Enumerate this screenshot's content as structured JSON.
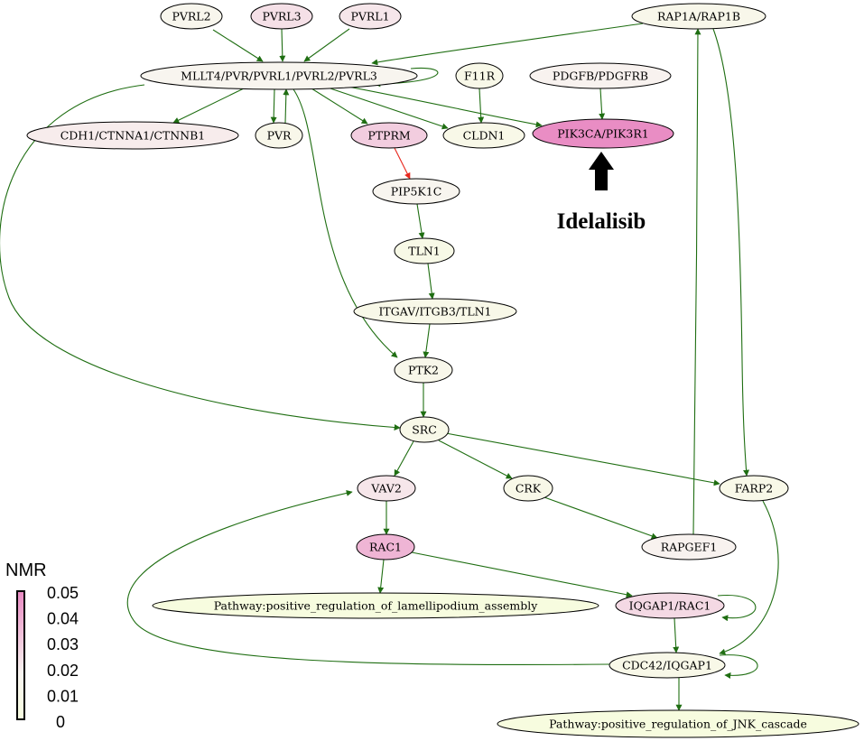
{
  "colors": {
    "activating_edge": "#1f6e12",
    "inhibiting_edge": "#e8281e",
    "scale_low": "#f7fcdf",
    "scale_high": "#e98ac3"
  },
  "nodes": [
    {
      "id": "PVRL2",
      "label": "PVRL2",
      "nmr": 0.012
    },
    {
      "id": "PVRL3",
      "label": "PVRL3",
      "nmr": 0.022
    },
    {
      "id": "PVRL1",
      "label": "PVRL1",
      "nmr": 0.02
    },
    {
      "id": "RAP1A",
      "label": "RAP1A/RAP1B",
      "nmr": 0.01
    },
    {
      "id": "MLLT4",
      "label": "MLLT4/PVR/PVRL1/PVRL2/PVRL3",
      "nmr": 0.014
    },
    {
      "id": "F11R",
      "label": "F11R",
      "nmr": 0.008
    },
    {
      "id": "PDGFB",
      "label": "PDGFB/PDGFRB",
      "nmr": 0.016
    },
    {
      "id": "CDH1",
      "label": "CDH1/CTNNA1/CTNNB1",
      "nmr": 0.018
    },
    {
      "id": "PVR",
      "label": "PVR",
      "nmr": 0.01
    },
    {
      "id": "PTPRM",
      "label": "PTPRM",
      "nmr": 0.028
    },
    {
      "id": "CLDN1",
      "label": "CLDN1",
      "nmr": 0.008
    },
    {
      "id": "PIK3CA",
      "label": "PIK3CA/PIK3R1",
      "nmr": 0.049
    },
    {
      "id": "PIP5K1C",
      "label": "PIP5K1C",
      "nmr": 0.014
    },
    {
      "id": "TLN1",
      "label": "TLN1",
      "nmr": 0.006
    },
    {
      "id": "ITGAV",
      "label": "ITGAV/ITGB3/TLN1",
      "nmr": 0.008
    },
    {
      "id": "PTK2",
      "label": "PTK2",
      "nmr": 0.01
    },
    {
      "id": "SRC",
      "label": "SRC",
      "nmr": 0.008
    },
    {
      "id": "VAV2",
      "label": "VAV2",
      "nmr": 0.02
    },
    {
      "id": "CRK",
      "label": "CRK",
      "nmr": 0.008
    },
    {
      "id": "FARP2",
      "label": "FARP2",
      "nmr": 0.008
    },
    {
      "id": "RAC1",
      "label": "RAC1",
      "nmr": 0.036
    },
    {
      "id": "RAPGEF1",
      "label": "RAPGEF1",
      "nmr": 0.016
    },
    {
      "id": "LAMELLI",
      "label": "Pathway:positive_regulation_of_lamellipodium_assembly",
      "nmr": 0.0
    },
    {
      "id": "IQGAP1",
      "label": "IQGAP1/RAC1",
      "nmr": 0.024
    },
    {
      "id": "CDC42",
      "label": "CDC42/IQGAP1",
      "nmr": 0.008
    },
    {
      "id": "JNK",
      "label": "Pathway:positive_regulation_of_JNK_cascade",
      "nmr": 0.0
    }
  ],
  "edges": [
    {
      "from": "PVRL2",
      "to": "MLLT4",
      "type": "activation"
    },
    {
      "from": "PVRL3",
      "to": "MLLT4",
      "type": "activation"
    },
    {
      "from": "PVRL1",
      "to": "MLLT4",
      "type": "activation"
    },
    {
      "from": "RAP1A",
      "to": "MLLT4",
      "type": "activation"
    },
    {
      "from": "MLLT4",
      "to": "MLLT4",
      "type": "activation"
    },
    {
      "from": "MLLT4",
      "to": "CDH1",
      "type": "activation"
    },
    {
      "from": "MLLT4",
      "to": "PVR",
      "type": "activation"
    },
    {
      "from": "PVR",
      "to": "MLLT4",
      "type": "activation"
    },
    {
      "from": "MLLT4",
      "to": "PTPRM",
      "type": "activation"
    },
    {
      "from": "MLLT4",
      "to": "CLDN1",
      "type": "activation"
    },
    {
      "from": "MLLT4",
      "to": "PIK3CA",
      "type": "activation"
    },
    {
      "from": "MLLT4",
      "to": "PTK2",
      "type": "activation"
    },
    {
      "from": "MLLT4",
      "to": "SRC",
      "type": "activation"
    },
    {
      "from": "F11R",
      "to": "CLDN1",
      "type": "activation"
    },
    {
      "from": "PDGFB",
      "to": "PIK3CA",
      "type": "activation"
    },
    {
      "from": "PTPRM",
      "to": "PIP5K1C",
      "type": "inhibition"
    },
    {
      "from": "PIP5K1C",
      "to": "TLN1",
      "type": "activation"
    },
    {
      "from": "TLN1",
      "to": "ITGAV",
      "type": "activation"
    },
    {
      "from": "ITGAV",
      "to": "PTK2",
      "type": "activation"
    },
    {
      "from": "PTK2",
      "to": "SRC",
      "type": "activation"
    },
    {
      "from": "SRC",
      "to": "VAV2",
      "type": "activation"
    },
    {
      "from": "SRC",
      "to": "CRK",
      "type": "activation"
    },
    {
      "from": "SRC",
      "to": "FARP2",
      "type": "activation"
    },
    {
      "from": "RAP1A",
      "to": "FARP2",
      "type": "activation"
    },
    {
      "from": "CRK",
      "to": "RAPGEF1",
      "type": "activation"
    },
    {
      "from": "RAPGEF1",
      "to": "RAP1A",
      "type": "activation"
    },
    {
      "from": "VAV2",
      "to": "RAC1",
      "type": "activation"
    },
    {
      "from": "RAC1",
      "to": "LAMELLI",
      "type": "activation"
    },
    {
      "from": "RAC1",
      "to": "IQGAP1",
      "type": "activation"
    },
    {
      "from": "IQGAP1",
      "to": "IQGAP1",
      "type": "activation"
    },
    {
      "from": "IQGAP1",
      "to": "CDC42",
      "type": "activation"
    },
    {
      "from": "FARP2",
      "to": "CDC42",
      "type": "activation"
    },
    {
      "from": "CDC42",
      "to": "CDC42",
      "type": "activation"
    },
    {
      "from": "CDC42",
      "to": "VAV2",
      "type": "activation"
    },
    {
      "from": "CDC42",
      "to": "JNK",
      "type": "activation"
    }
  ],
  "drug": {
    "label": "Idelalisib",
    "target": "PIK3CA"
  },
  "legend": {
    "title": "NMR",
    "ticks": [
      "0.05",
      "0.04",
      "0.03",
      "0.02",
      "0.01",
      "0"
    ]
  }
}
